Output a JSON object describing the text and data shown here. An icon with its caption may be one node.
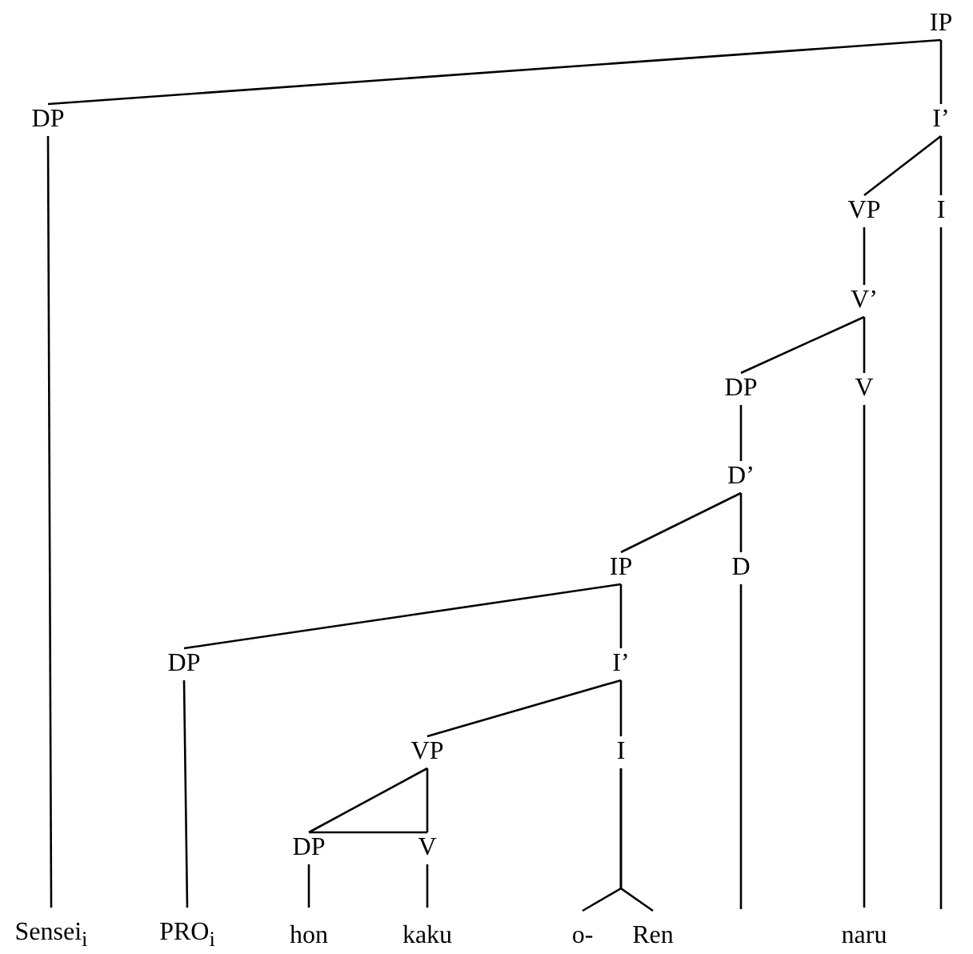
{
  "diagram": {
    "nodes": [
      {
        "text": [
          "IP"
        ]
      },
      {
        "text": [
          "DP"
        ]
      },
      {
        "text": [
          "I’"
        ]
      },
      {
        "text": [
          "VP"
        ]
      },
      {
        "text": [
          "I"
        ]
      },
      {
        "text": [
          "V’"
        ]
      },
      {
        "text": [
          "DP"
        ]
      },
      {
        "text": [
          "V"
        ]
      },
      {
        "text": [
          "D’"
        ]
      },
      {
        "text": [
          "IP"
        ]
      },
      {
        "text": [
          "D"
        ]
      },
      {
        "text": [
          "DP"
        ]
      },
      {
        "text": [
          "I’"
        ]
      },
      {
        "text": [
          "VP"
        ]
      },
      {
        "text": [
          "I"
        ]
      },
      {
        "text": [
          "DP"
        ]
      },
      {
        "text": [
          "V"
        ]
      },
      {
        "text": [
          "Sensei$_{i}$"
        ]
      },
      {
        "text": [
          "PRO$_{i}$"
        ]
      },
      {
        "text": [
          "hon"
        ]
      },
      {
        "text": [
          "kaku"
        ]
      },
      {
        "text": [
          "o-"
        ]
      },
      {
        "text": [
          "Ren"
        ]
      },
      {
        "text": [
          "naru"
        ]
      }
    ],
    "edges": [
      {
        "from": 0,
        "to": 1,
        "arrow": "none"
      },
      {
        "from": 0,
        "to": 2,
        "arrow": "none"
      },
      {
        "from": 2,
        "to": 3,
        "arrow": "none"
      },
      {
        "from": 2,
        "to": 4,
        "arrow": "none"
      },
      {
        "from": 3,
        "to": 5,
        "arrow": "none"
      },
      {
        "from": 5,
        "to": 6,
        "arrow": "none"
      },
      {
        "from": 5,
        "to": 7,
        "arrow": "none"
      },
      {
        "from": 6,
        "to": 8,
        "arrow": "none"
      },
      {
        "from": 8,
        "to": 9,
        "arrow": "none"
      },
      {
        "from": 8,
        "to": 10,
        "arrow": "none"
      },
      {
        "from": 9,
        "to": 11,
        "arrow": "none"
      },
      {
        "from": 9,
        "to": 12,
        "arrow": "none"
      },
      {
        "from": 12,
        "to": 13,
        "arrow": "none"
      },
      {
        "from": 12,
        "to": 14,
        "arrow": "none"
      },
      {
        "from": 13,
        "to": 15,
        "arrow": "none"
      },
      {
        "from": 13,
        "to": 16,
        "arrow": "none"
      },
      {
        "from": 1,
        "to": 17,
        "arrow": "none"
      },
      {
        "from": 11,
        "to": 18,
        "arrow": "none"
      },
      {
        "from": 15,
        "to": 19,
        "arrow": "none"
      },
      {
        "from": 16,
        "to": 20,
        "arrow": "none"
      },
      {
        "from": 14,
        "to": 21,
        "arrow": "none"
      },
      {
        "from": 14,
        "to": 22,
        "arrow": "none"
      },
      {
        "from": 7,
        "to": 23,
        "arrow": "none"
      },
      {
        "from": 10,
        "to": null,
        "arrow": "none"
      },
      {
        "from": 4,
        "to": null,
        "arrow": "none"
      }
    ]
  }
}
